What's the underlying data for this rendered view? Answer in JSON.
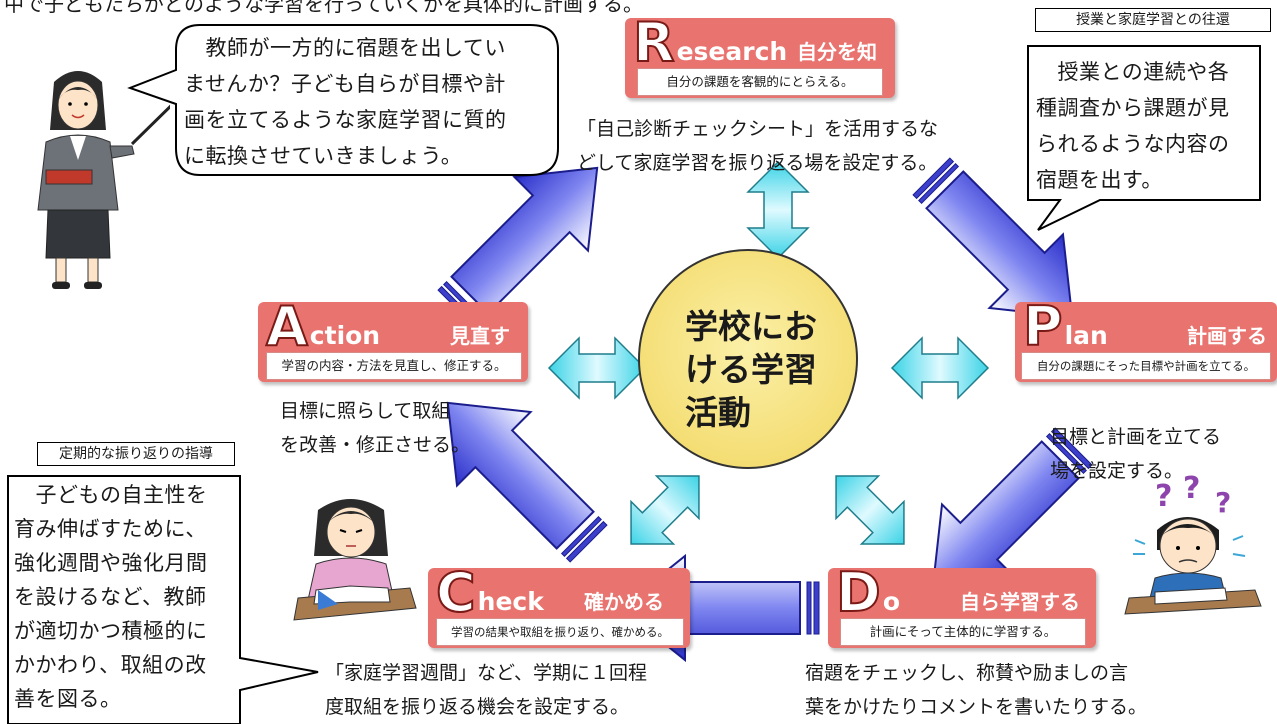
{
  "header_fragment": "中で子どもたちがどのような学習を行っていくかを具体的に計画する。",
  "center": {
    "line1": "学校にお",
    "line2": "ける学習",
    "line3": "活動"
  },
  "research": {
    "initial": "R",
    "rest": "esearch",
    "jp": "自分を知る",
    "sub": "自分の課題を客観的にとらえる。",
    "desc1": "「自己診断チェックシート」を活用するな",
    "desc2": "どして家庭学習を振り返る場を設定する。"
  },
  "plan": {
    "initial": "P",
    "rest": "lan",
    "jp": "計画する",
    "sub": "自分の課題にそった目標や計画を立てる。",
    "desc1": "目標と計画を立てる",
    "desc2": "場を設定する。"
  },
  "do": {
    "initial": "D",
    "rest": "o",
    "jp": "自ら学習する",
    "sub": "計画にそって主体的に学習する。",
    "desc1": "宿題をチェックし、称賛や励ましの言",
    "desc2": "葉をかけたりコメントを書いたりする。"
  },
  "check": {
    "initial": "C",
    "rest": "heck",
    "jp": "確かめる",
    "sub": "学習の結果や取組を振り返り、確かめる。",
    "desc1": "「家庭学習週間」など、学期に１回程",
    "desc2": "度取組を振り返る機会を設定する。"
  },
  "action": {
    "initial": "A",
    "rest": "ction",
    "jp": "見直す",
    "sub": "学習の内容・方法を見直し、修正する。",
    "desc1": "目標に照らして取組",
    "desc2": "を改善・修正させる。"
  },
  "teacher_bubble": {
    "lines": [
      "　教師が一方的に宿題を出してい",
      "ませんか？子ども自らが目標や計",
      "画を立てるような家庭学習に質的",
      "に転換させていきましょう。"
    ]
  },
  "homework_note": {
    "tag": "授業と家庭学習との往還",
    "lines": [
      "　授業との連続や各",
      "種調査から課題が見",
      "られるような内容の",
      "宿題を出す。"
    ]
  },
  "reflection_note": {
    "tag": "定期的な振り返りの指導",
    "lines": [
      "　子どもの自主性を",
      "育み伸ばすために、",
      "強化週間や強化月間",
      "を設けるなど、教師",
      "が適切かつ積極的に",
      "かかわり、取組の改",
      "善を図る。"
    ]
  },
  "colors": {
    "stage_box": "#e9746f",
    "arrow_blue": "#4a50d8",
    "arrow_cyan": "#33d6e6",
    "center_fill": "#f5e07a"
  }
}
